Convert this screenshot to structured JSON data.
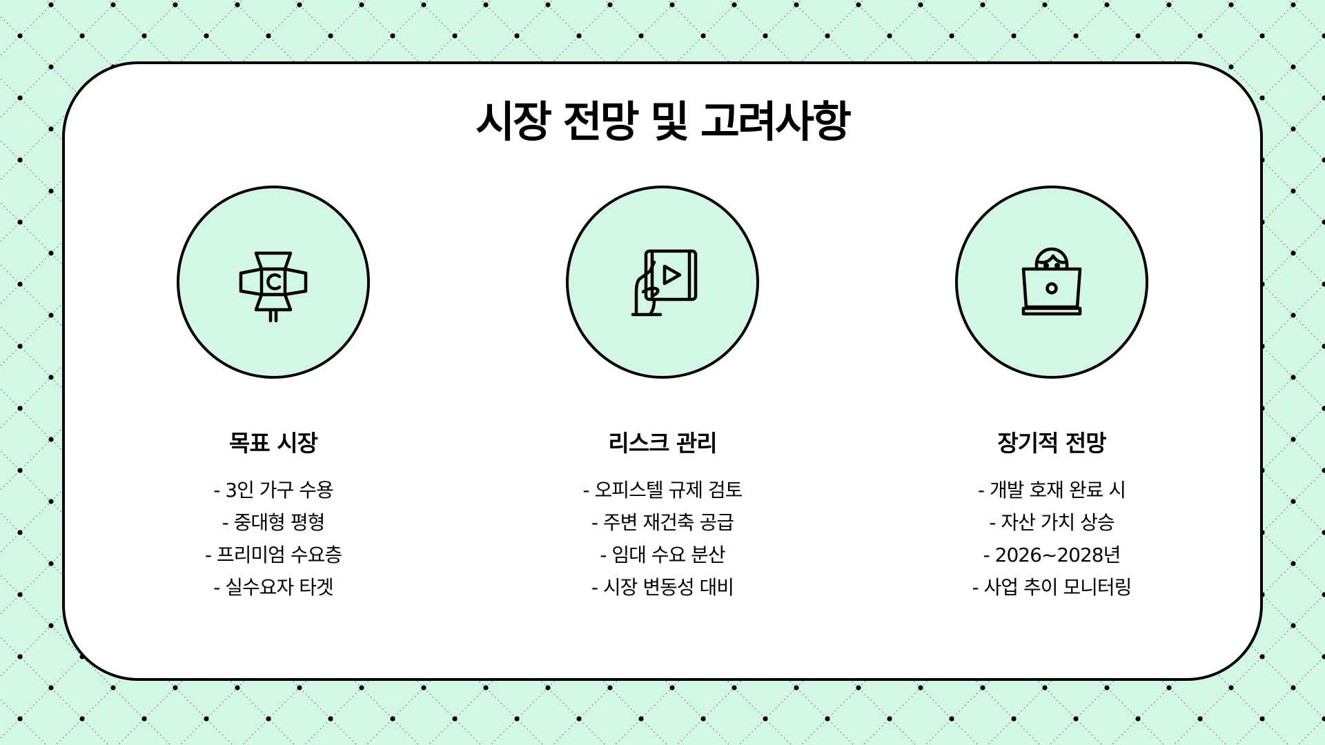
{
  "slide": {
    "title": "시장 전망 및 고려사항"
  },
  "colors": {
    "background": "#d3f7e5",
    "card": "#ffffff",
    "stroke": "#000000",
    "icon_fill": "#d3f7e5"
  },
  "columns": [
    {
      "icon": "spotlight-camera-icon",
      "heading": "목표 시장",
      "items": [
        "- 3인 가구 수용",
        "- 중대형 평형",
        "- 프리미엄 수요층",
        "- 실수요자 타겟"
      ]
    },
    {
      "icon": "tablet-video-hand-icon",
      "heading": "리스크 관리",
      "items": [
        "- 오피스텔 규제 검토",
        "- 주변 재건축 공급",
        "- 임대 수요 분산",
        "- 시장 변동성 대비"
      ]
    },
    {
      "icon": "person-laptop-icon",
      "heading": "장기적 전망",
      "items": [
        "- 개발 호재 완료 시",
        "- 자산 가치 상승",
        "- 2026~2028년",
        "- 사업 추이 모니터링"
      ]
    }
  ]
}
